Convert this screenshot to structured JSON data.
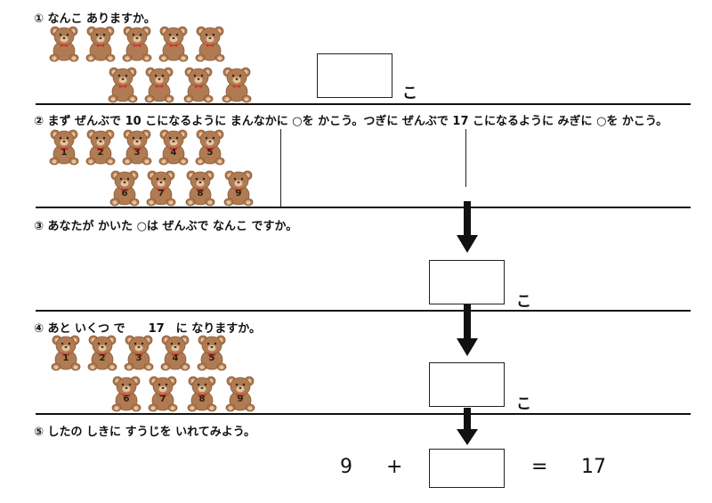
{
  "questions": {
    "q1": "① なんこ ありますか。",
    "q2": "② まず ぜんぶで 10 こになるように まんなかに ○を かこう。つぎに ぜんぶで 17 こになるように みぎに ○を かこう。",
    "q3": "③ あなたが かいた ○は ぜんぶで なんこ ですか。",
    "q4": "④ あと いくつ で　　17　に なりますか。",
    "q5": "⑤ したの しきに すうじを いれてみよう。"
  },
  "unit": "こ",
  "numbers_q2": [
    "1",
    "2",
    "3",
    "4",
    "5",
    "6",
    "7",
    "8",
    "9"
  ],
  "numbers_q4": [
    "1",
    "2",
    "3",
    "4",
    "5",
    "6",
    "7",
    "8",
    "9"
  ],
  "equation": {
    "left": "9",
    "plus": "+",
    "equals": "=",
    "right": "17"
  },
  "colors": {
    "bear": "#b07b52",
    "bear_dark": "#8a5a38",
    "bear_light": "#e6c49e",
    "bow": "#d32f2f"
  },
  "icons": {
    "bear": "teddy-bear-icon",
    "arrow": "arrow-down-icon"
  }
}
